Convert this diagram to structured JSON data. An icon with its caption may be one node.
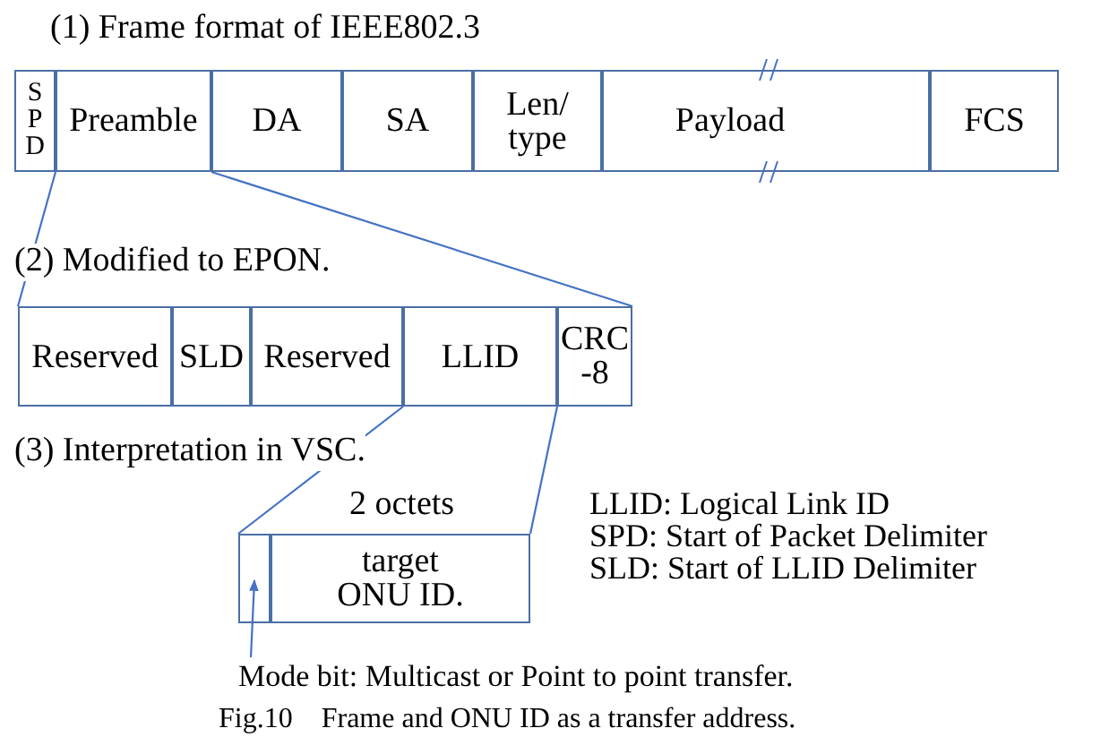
{
  "diagram": {
    "caption": "Fig.10    Frame and ONU ID as a transfer address.",
    "nodes": [
      {
        "text": [
          "S P D"
        ]
      },
      {
        "text": [
          "Preamble"
        ]
      },
      {
        "text": [
          "DA"
        ]
      },
      {
        "text": [
          "SA"
        ]
      },
      {
        "text": [
          "Len/ type"
        ]
      },
      {
        "text": [
          "Payload"
        ]
      },
      {
        "text": [
          "FCS"
        ]
      },
      {
        "text": [
          "Reserved"
        ]
      },
      {
        "text": [
          "SLD"
        ]
      },
      {
        "text": [
          "Reserved"
        ]
      },
      {
        "text": [
          "LLID"
        ]
      },
      {
        "text": [
          "CRC -8"
        ]
      },
      {
        "text": [],
        "shape": "box"
      },
      {
        "text": [
          "target ONU ID."
        ]
      },
      {
        "text": [
          "Mode bit: Multicast or Point to point transfer."
        ]
      }
    ],
    "edges": [
      {
        "from": 1,
        "to": 7,
        "arrow": "none"
      },
      {
        "from": 1,
        "to": 11,
        "arrow": "none"
      },
      {
        "from": 10,
        "to": 12,
        "arrow": "none"
      },
      {
        "from": 10,
        "to": 13,
        "arrow": "none"
      },
      {
        "from": 14,
        "to": 12,
        "arrow": "to"
      }
    ],
    "labels": [
      "(1) Frame format of IEEE802.3",
      "(2) Modified to EPON.",
      "(3) Interpretation in VSC.",
      "2 octets",
      "LLID: Logical Link ID",
      "SPD: Start of Packet Delimiter",
      "SLD: Start of LLID Delimiter"
    ]
  }
}
